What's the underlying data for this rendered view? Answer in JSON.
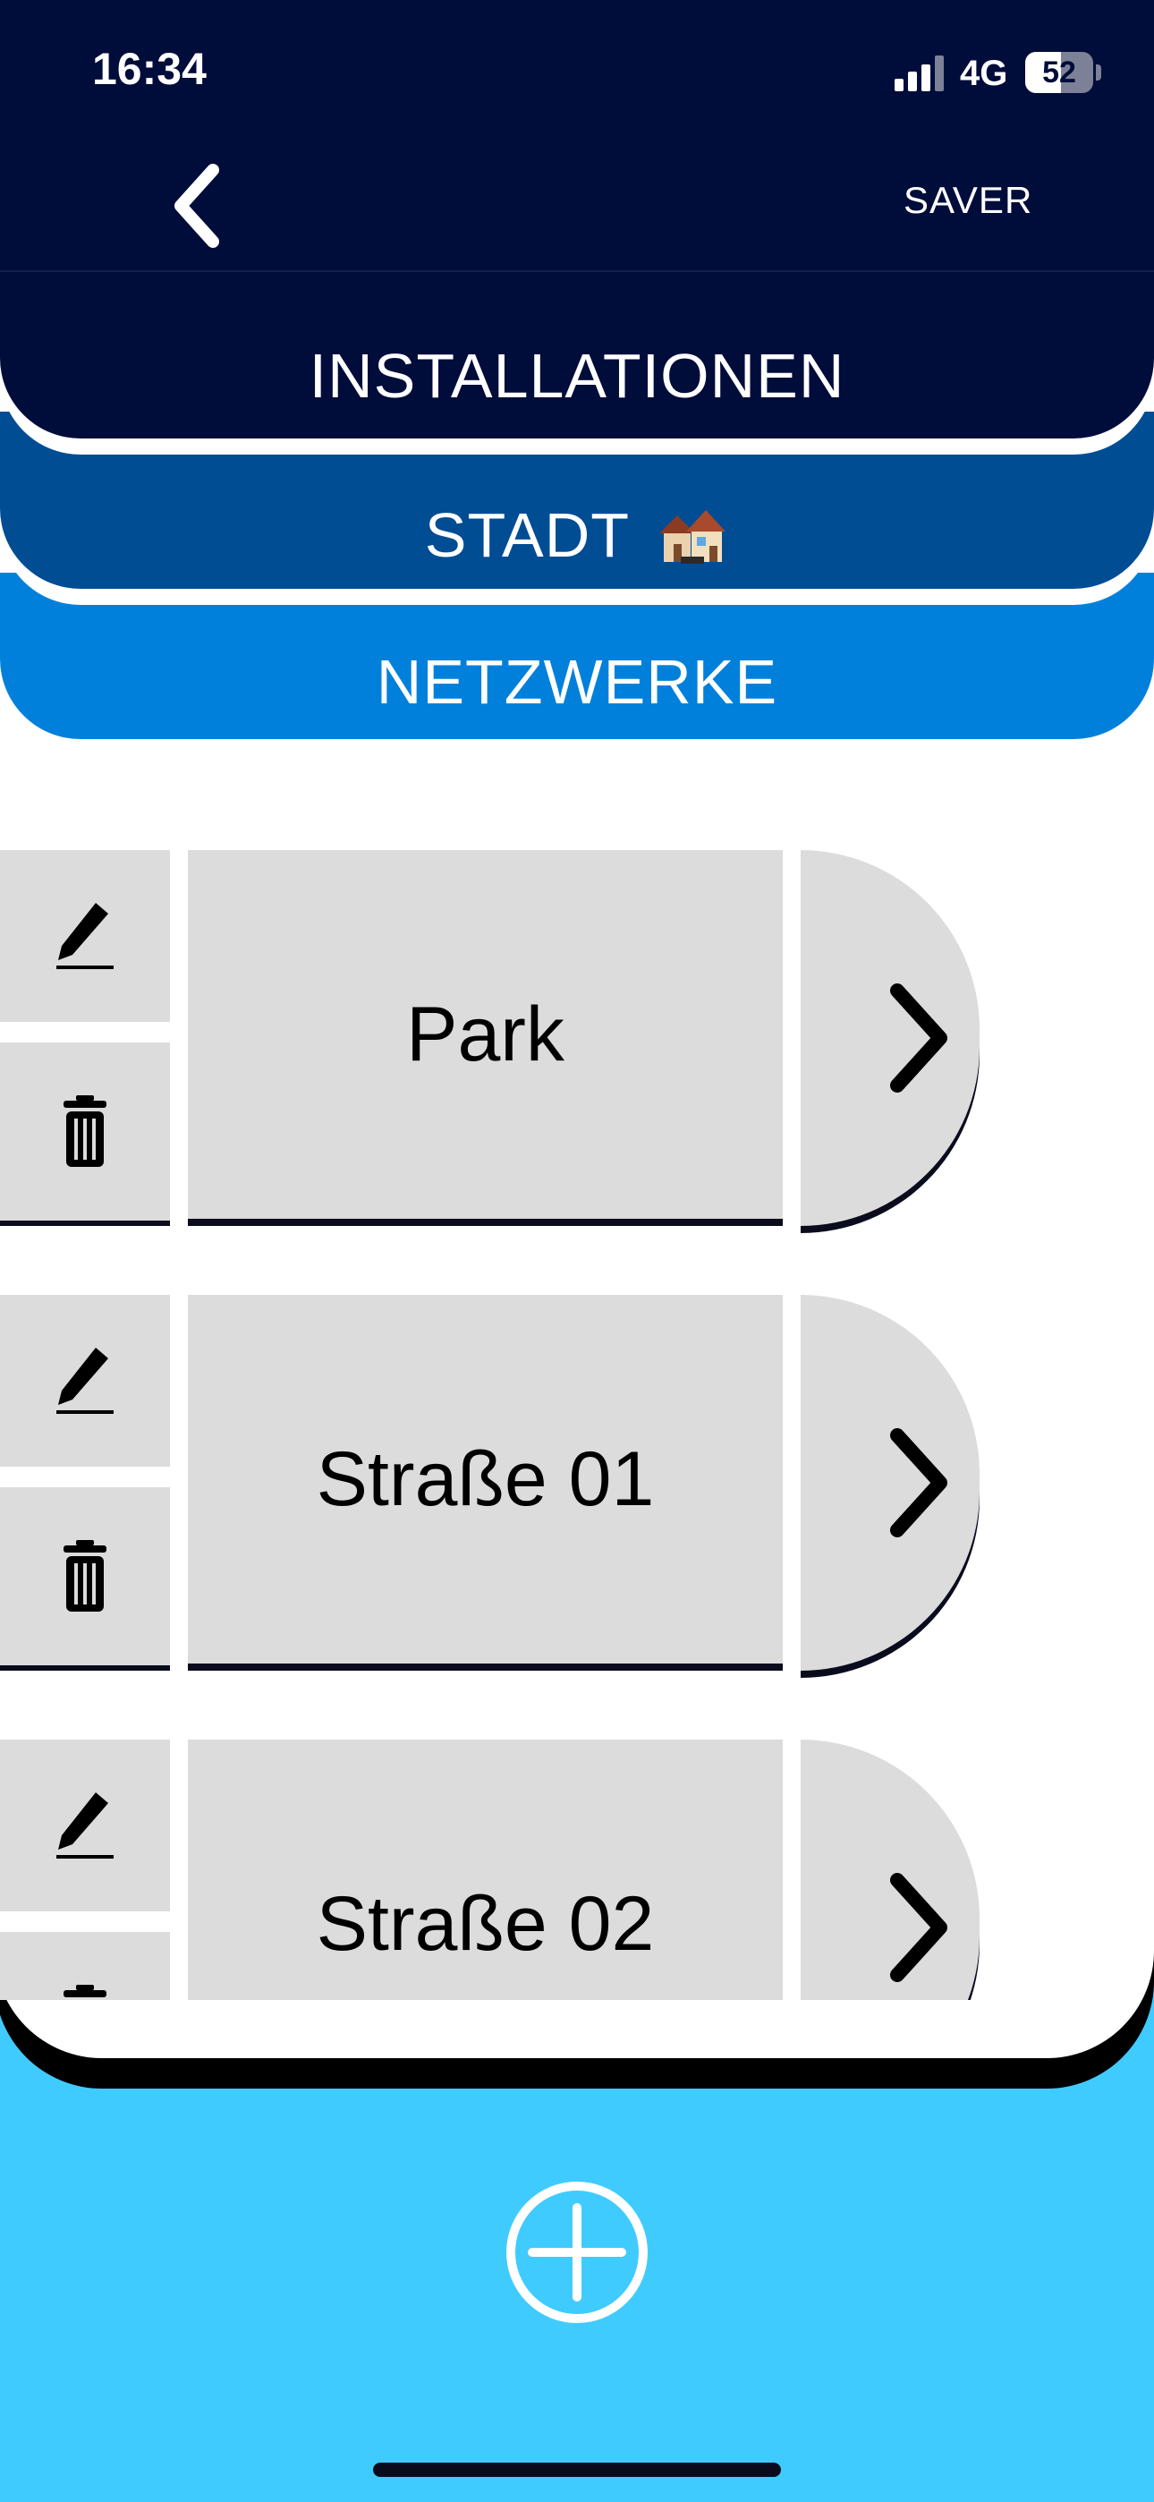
{
  "status_bar": {
    "time": "16:34",
    "network": "4G",
    "battery": "52",
    "battery_level_percent": 52
  },
  "nav": {
    "back_icon": "chevron-left-icon",
    "save_label": "SAVER"
  },
  "tabs": [
    {
      "label": "INSTALLATIONEN",
      "color": "#000c3a"
    },
    {
      "label": "STADT",
      "icon": "houses-emoji",
      "color": "#004d94"
    },
    {
      "label": "NETZWERKE",
      "color": "#0080db"
    }
  ],
  "list": {
    "items": [
      {
        "label": "Park"
      },
      {
        "label": "Straße 01"
      },
      {
        "label": "Straße 02"
      }
    ],
    "edit_icon": "pencil-icon",
    "delete_icon": "trash-icon",
    "open_icon": "chevron-right-icon"
  },
  "actions": {
    "add_icon": "plus-circle-icon"
  },
  "colors": {
    "header": "#000c3a",
    "accent_cyan": "#40cbff",
    "card": "#dcdcdc"
  }
}
